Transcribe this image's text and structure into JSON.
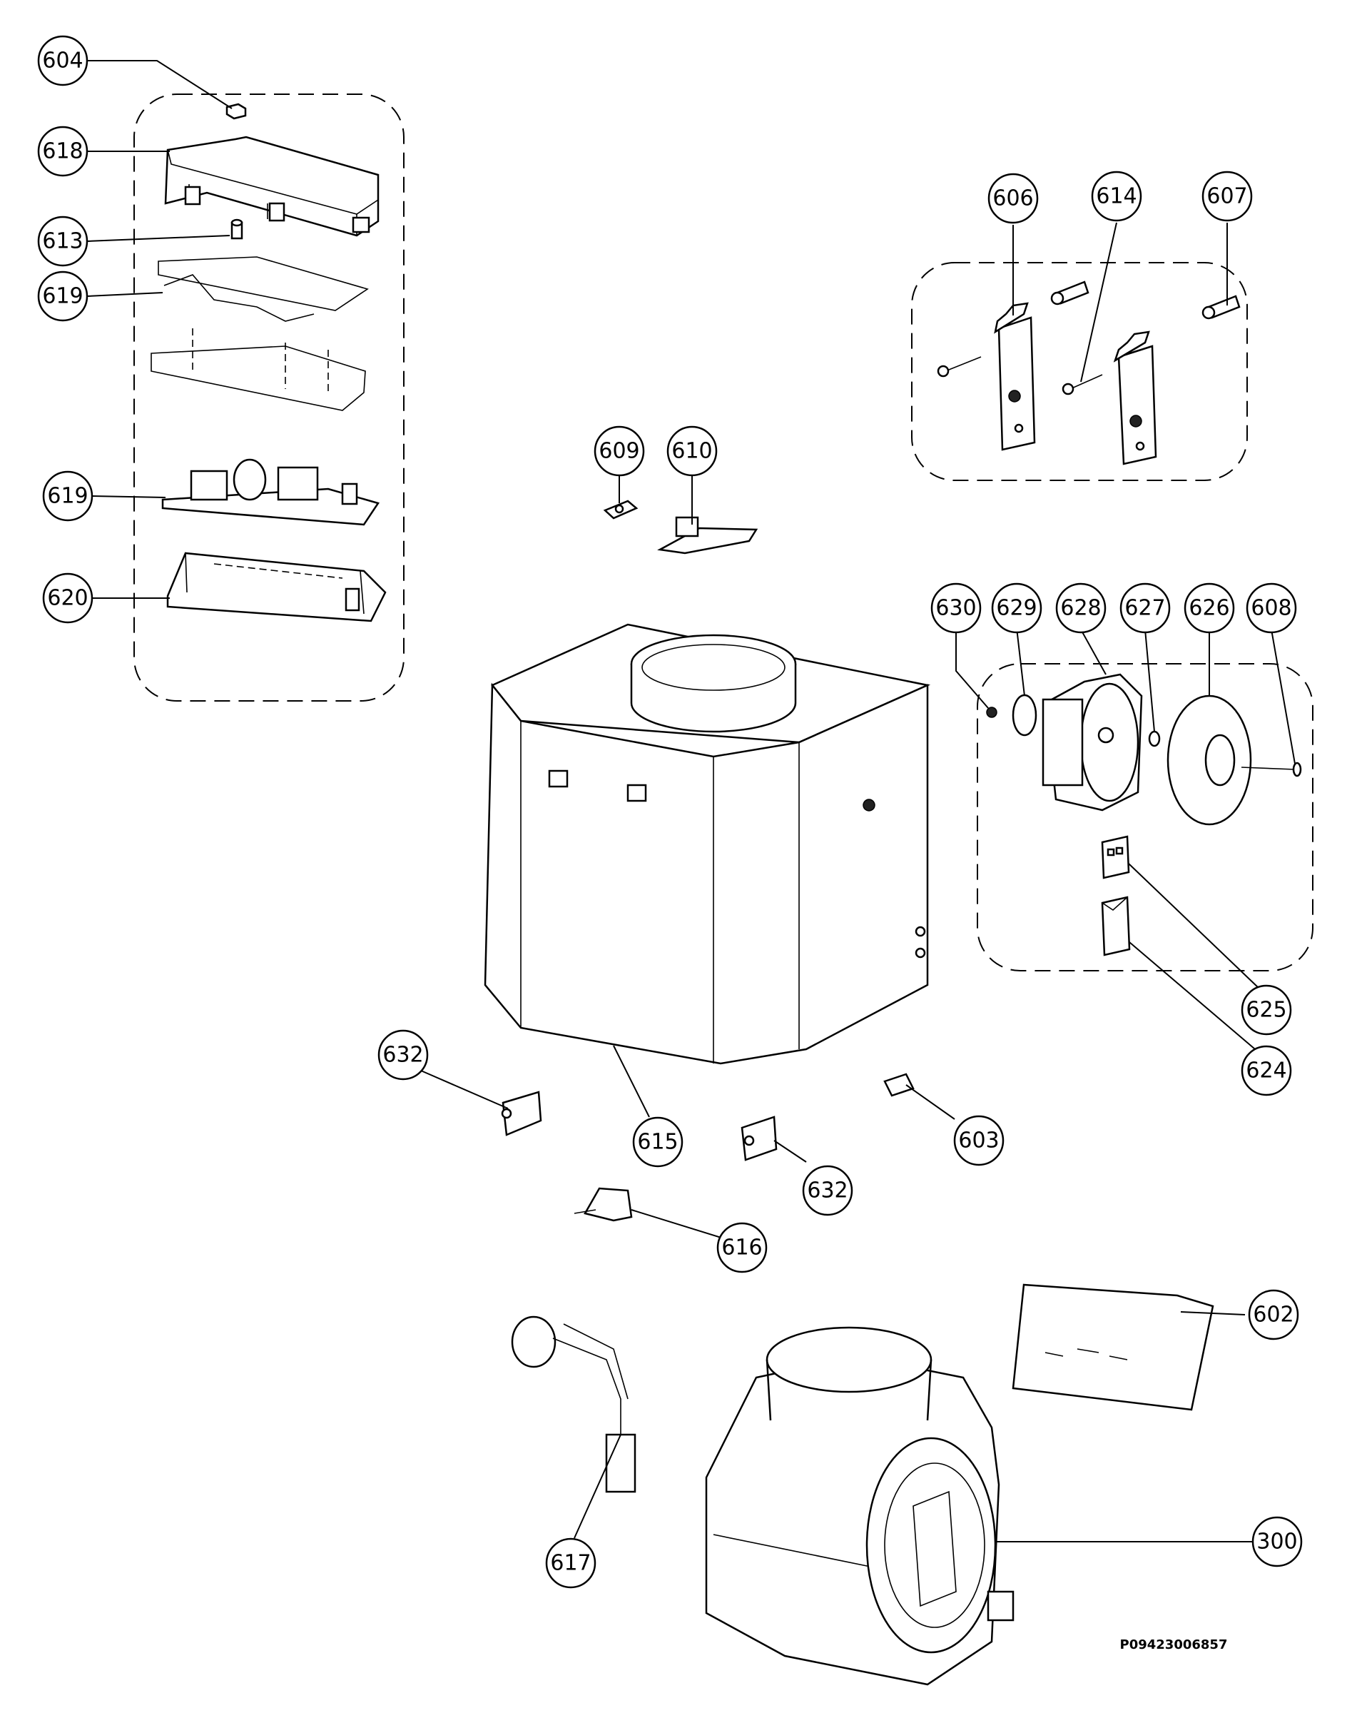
{
  "drawing_code": "P09423006857",
  "callouts": [
    {
      "id": "c604",
      "label": "604"
    },
    {
      "id": "c618",
      "label": "618"
    },
    {
      "id": "c613",
      "label": "613"
    },
    {
      "id": "c619a",
      "label": "619"
    },
    {
      "id": "c619b",
      "label": "619"
    },
    {
      "id": "c620",
      "label": "620"
    },
    {
      "id": "c606",
      "label": "606"
    },
    {
      "id": "c614",
      "label": "614"
    },
    {
      "id": "c607",
      "label": "607"
    },
    {
      "id": "c609",
      "label": "609"
    },
    {
      "id": "c610",
      "label": "610"
    },
    {
      "id": "c630",
      "label": "630"
    },
    {
      "id": "c629",
      "label": "629"
    },
    {
      "id": "c628",
      "label": "628"
    },
    {
      "id": "c627",
      "label": "627"
    },
    {
      "id": "c626",
      "label": "626"
    },
    {
      "id": "c608",
      "label": "608"
    },
    {
      "id": "c625",
      "label": "625"
    },
    {
      "id": "c624",
      "label": "624"
    },
    {
      "id": "c632a",
      "label": "632"
    },
    {
      "id": "c615",
      "label": "615"
    },
    {
      "id": "c603",
      "label": "603"
    },
    {
      "id": "c632b",
      "label": "632"
    },
    {
      "id": "c616",
      "label": "616"
    },
    {
      "id": "c602",
      "label": "602"
    },
    {
      "id": "c617",
      "label": "617"
    },
    {
      "id": "c300",
      "label": "300"
    }
  ]
}
